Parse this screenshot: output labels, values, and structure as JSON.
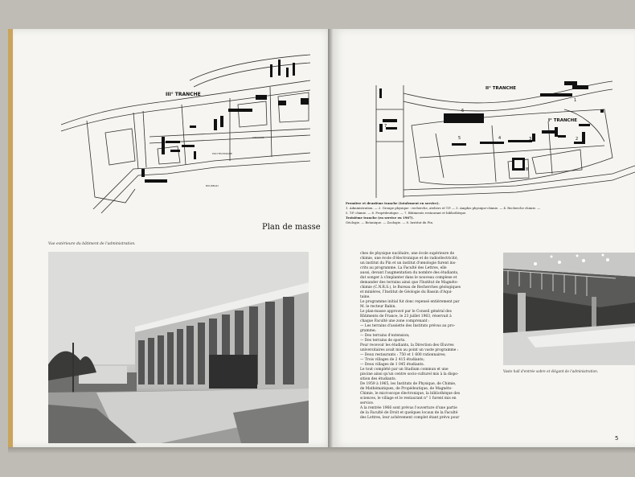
{
  "left_page": {
    "map_labels": {
      "tranche": "III° TRANCHE",
      "road_1": "GENOSSE",
      "road_2": "BOURBAKI",
      "road_3": "POLYTECHNIQUE"
    },
    "plan_title": "Plan de masse",
    "photo_caption": "Vue extérieure du bâtiment de l'administration."
  },
  "right_page": {
    "map_labels": {
      "tranche_2": "II° TRANCHE",
      "tranche_1": "I° TRANCHE",
      "numbers": [
        "1",
        "2",
        "3",
        "4",
        "5",
        "6",
        "7",
        "8"
      ]
    },
    "legend": {
      "heading_1": "Première et deuxième tranche (totalement en service).",
      "line_1": "1. Administration. — 2. Groupe physique : recherche, ateliers et T.P. — 3. Amphis physique-chimie. — 4. Recherche chimie. —",
      "line_2": "5. T.P. chimie. — 6. Propédeutique. — 7. Bâtiments restaurant et bibliothèque.",
      "heading_2": "Troisième tranche (en service en 1967).",
      "line_3": "Géologie. — Botanique. — Zoologie. — 8. Institut du Pin."
    },
    "text_lines": [
      "ches de physique nucléaire, une école supérieure de",
      "chimie, une école d'électronique et de radioélectricité,",
      "un institut du Pin et un institut d'œnologie furent ins-",
      "crits au programme. La Faculté des Lettres, elle",
      "aussi, devant l'augmentation du nombre des étudiants,",
      "dut songer à s'implanter dans le nouveau complexe et",
      "demander des terrains ainsi que l'Institut de Magnéto-",
      "chimie (C.N.R.S.), le Bureau de Recherches géologiques",
      "et minières, l'Institut de Géologie du Bassin d'Aqui-",
      "taine.",
      "Le programme initial fut donc repensé entièrement par",
      "M. le recteur Babin.",
      "Le plan-masse approuvé par le Conseil général des",
      "Bâtiments de France, le 23 juillet 1963, réservait à",
      "chaque Faculté une zone comprenant :",
      "— Les terrains d'assiette des Instituts prévus au pro-",
      "gramme;",
      "— Des terrains d'extension;",
      "— Des terrains de sports.",
      "Pour recevoir les étudiants, la Direction des Œuvres",
      "universitaires avait mis au point un vaste programme :",
      "— Deux restaurants : 750 et 1 600 rationnaires;",
      "— Trois villages de 2 415 étudiants;",
      "— Deux villages de 1 045 étudiants.",
      "Le tout complété par un Stadium commun et une",
      "piscine ainsi qu'un centre socio-culturel mis à la dispo-",
      "sition des étudiants.",
      "De 1959 à 1965, les Instituts de Physique, de Chimie,",
      "de Mathématiques, de Propédeutique, de Magnéto-",
      "Chimie, le microscope électronique, la bibliothèque des",
      "sciences, le village et le restaurant n° 1 furent mis en",
      "service.",
      "A la rentrée 1966 sont prévus l'ouverture d'une partie",
      "de la Faculté de Droit et quelques locaux de la Faculté",
      "des Lettres, leur achèvement complet étant prévu pour"
    ],
    "photo_caption": "Vaste hall d'entrée sobre et élégant de l'administration.",
    "page_number": "5"
  }
}
